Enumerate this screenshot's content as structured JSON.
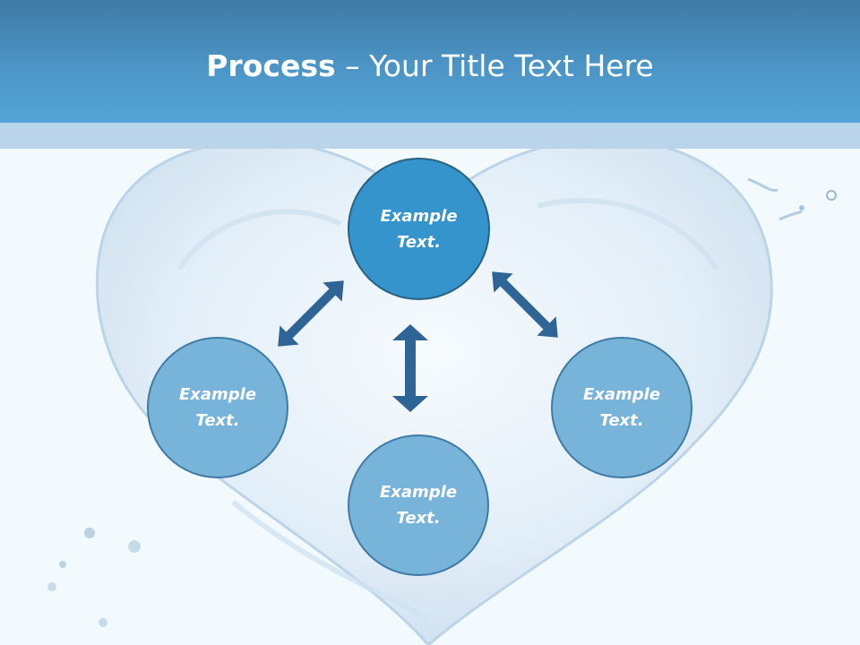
{
  "slide": {
    "title_bold": "Process",
    "title_rest": " – Your Title Text Here"
  },
  "nodes": {
    "center": {
      "line1": "Example",
      "line2": "Text."
    },
    "left": {
      "line1": "Example",
      "line2": "Text."
    },
    "right": {
      "line1": "Example",
      "line2": "Text."
    },
    "bottom": {
      "line1": "Example",
      "line2": "Text."
    }
  },
  "colors": {
    "title_bar": "#4c95c6",
    "node_main": "#3594cb",
    "node_satellite": "#78b3d9",
    "arrow": "#2f6496"
  }
}
